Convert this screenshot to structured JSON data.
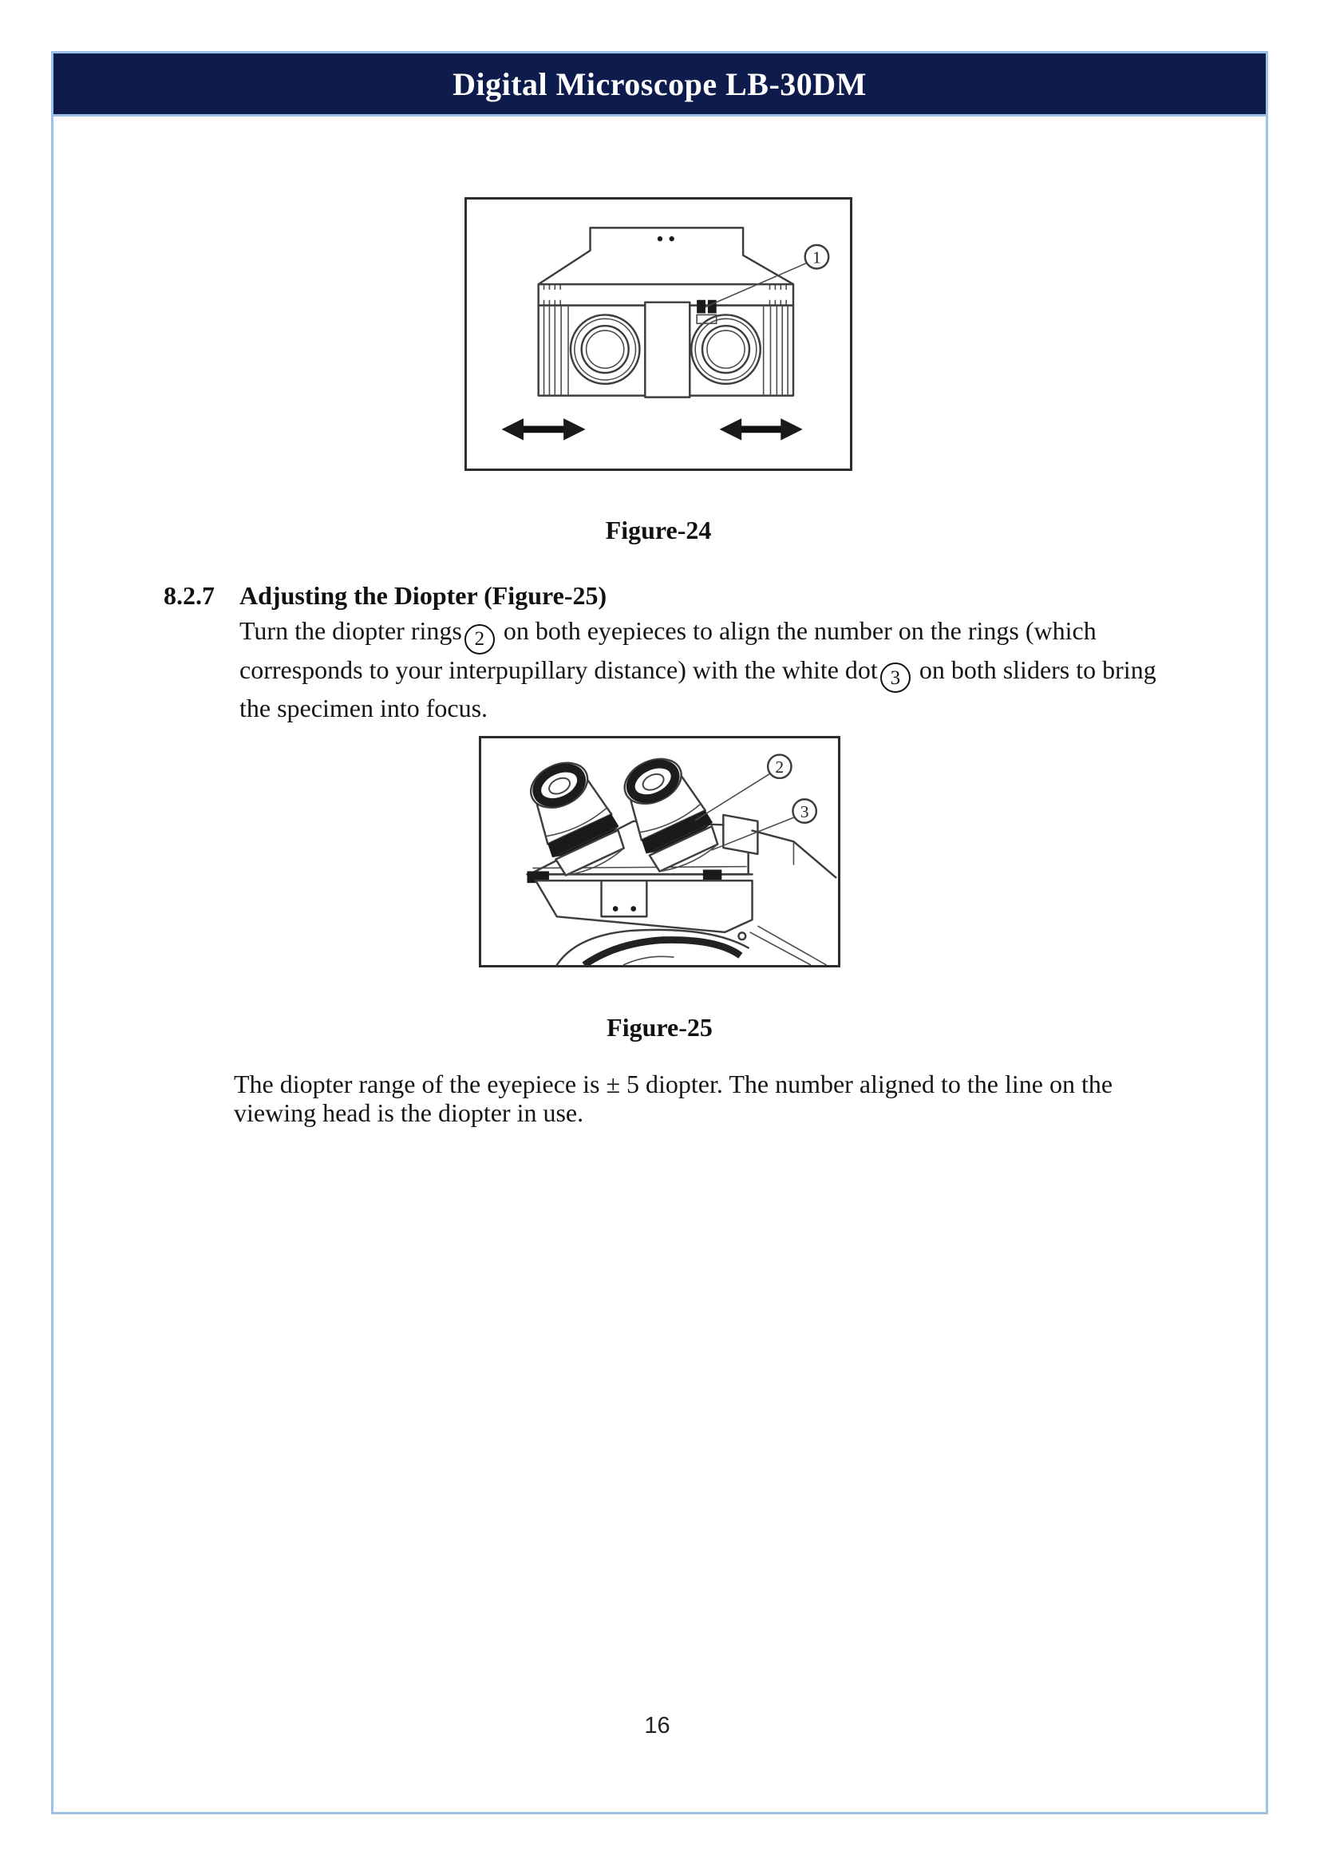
{
  "header": {
    "title": "Digital Microscope LB-30DM"
  },
  "figure24": {
    "caption": "Figure-24",
    "callout_1": "1"
  },
  "section": {
    "number": "8.2.7",
    "heading": "Adjusting the Diopter (Figure-25)",
    "body": {
      "s1": "Turn the diopter rings",
      "n1": "2",
      "s2": " on both eyepieces to align the number on the rings (which corresponds to your interpupillary distance) with the white dot",
      "n2": "3",
      "s3": " on both sliders to bring the specimen into focus."
    }
  },
  "figure25": {
    "caption": "Figure-25",
    "callout_2": "2",
    "callout_3": "3"
  },
  "closing_paragraph": "The diopter range of the eyepiece is ± 5 diopter. The number aligned to the line on the viewing head is the diopter in use.",
  "page_number": "16",
  "colors": {
    "header_background": "#0d1b4d",
    "frame_border": "#9cc2e5",
    "header_text": "#ffffff",
    "body_text": "#151515",
    "drawing_lines": "#3d3d3d"
  }
}
